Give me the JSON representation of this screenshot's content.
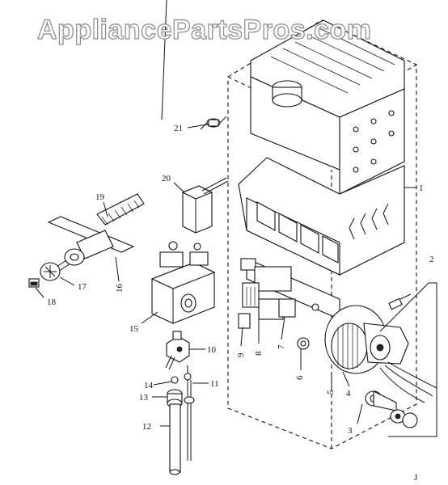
{
  "watermark": "AppliancePartsPros.com",
  "callouts": [
    {
      "id": "callout-1",
      "text": "1"
    },
    {
      "id": "callout-2",
      "text": "2"
    },
    {
      "id": "callout-3",
      "text": "3"
    },
    {
      "id": "callout-4",
      "text": "4"
    },
    {
      "id": "callout-5",
      "text": "5"
    },
    {
      "id": "callout-6",
      "text": "6"
    },
    {
      "id": "callout-7",
      "text": "7"
    },
    {
      "id": "callout-8",
      "text": "8"
    },
    {
      "id": "callout-9",
      "text": "9"
    },
    {
      "id": "callout-10",
      "text": "10"
    },
    {
      "id": "callout-11",
      "text": "11"
    },
    {
      "id": "callout-12",
      "text": "12"
    },
    {
      "id": "callout-13",
      "text": "13"
    },
    {
      "id": "callout-14",
      "text": "14"
    },
    {
      "id": "callout-15",
      "text": "15"
    },
    {
      "id": "callout-16",
      "text": "16"
    },
    {
      "id": "callout-17",
      "text": "17"
    },
    {
      "id": "callout-18",
      "text": "18"
    },
    {
      "id": "callout-19",
      "text": "19"
    },
    {
      "id": "callout-20",
      "text": "20"
    },
    {
      "id": "callout-21",
      "text": "21"
    }
  ],
  "corner_mark": "J"
}
